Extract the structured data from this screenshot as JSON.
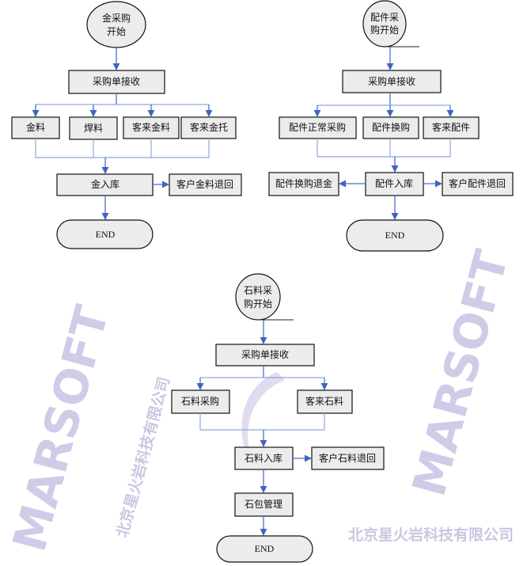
{
  "watermark": {
    "company": "北京星火岩科技有限公司",
    "brand": "MARSOFT"
  },
  "colors": {
    "connector": "#4a6fc8",
    "box_fill": "#ececec",
    "watermark": "#bdb6dd"
  },
  "gold_flow": {
    "start": [
      "金采购",
      "开始"
    ],
    "receive": "采购单接收",
    "branches": [
      "金料",
      "焊料",
      "客来金料",
      "客来金托"
    ],
    "stock_in": "金入库",
    "return": "客户金料退回",
    "end": "END"
  },
  "parts_flow": {
    "start": [
      "配件采",
      "购开始"
    ],
    "receive": "采购单接收",
    "branches": [
      "配件正常采购",
      "配件换购",
      "客来配件"
    ],
    "exchange_refund": "配件换购退金",
    "stock_in": "配件入库",
    "return": "客户配件退回",
    "end": "END"
  },
  "stone_flow": {
    "start": [
      "石料采",
      "购开始"
    ],
    "receive": "采购单接收",
    "branches": [
      "石料采购",
      "客来石料"
    ],
    "stock_in": "石料入库",
    "return": "客户石料退回",
    "package": "石包管理",
    "end": "END"
  }
}
